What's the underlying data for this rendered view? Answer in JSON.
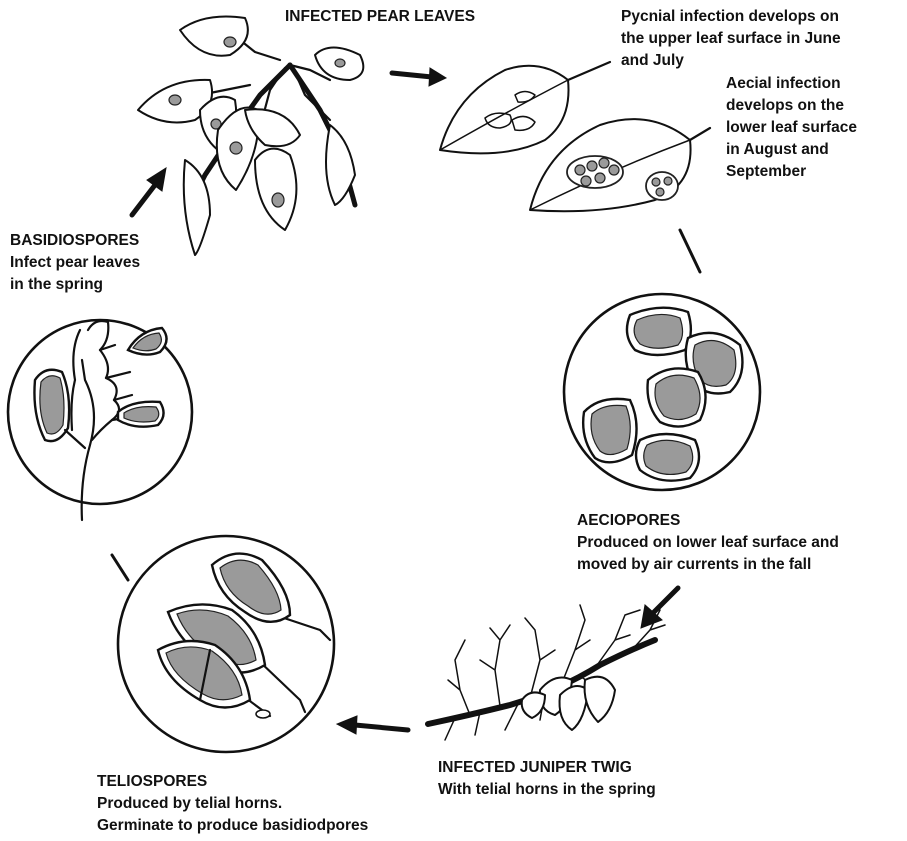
{
  "labels": {
    "pear_leaves": {
      "title": "INFECTED PEAR LEAVES"
    },
    "pycnial": {
      "line1": "Pycnial infection develops on",
      "line2": "the upper leaf surface in June",
      "line3": "and July"
    },
    "aecial": {
      "line1": "Aecial infection",
      "line2": "develops on the",
      "line3": "lower leaf surface",
      "line4": "in August and",
      "line5": "September"
    },
    "aeciopores": {
      "title": "AECIOPORES",
      "line1": "Produced on lower leaf surface and",
      "line2": "moved by air currents in the fall"
    },
    "juniper": {
      "title": "INFECTED JUNIPER TWIG",
      "line1": "With telial horns in the spring"
    },
    "teliospores": {
      "title": "TELIOSPORES",
      "line1": "Produced by telial horns.",
      "line2": "Germinate to produce basidiodpores"
    },
    "basidiospores": {
      "title": "BASIDIOSPORES",
      "line1": "Infect pear leaves",
      "line2": "in the spring"
    }
  },
  "colors": {
    "ink": "#111111",
    "spore_fill": "#9a9a9a",
    "background": "#ffffff"
  }
}
